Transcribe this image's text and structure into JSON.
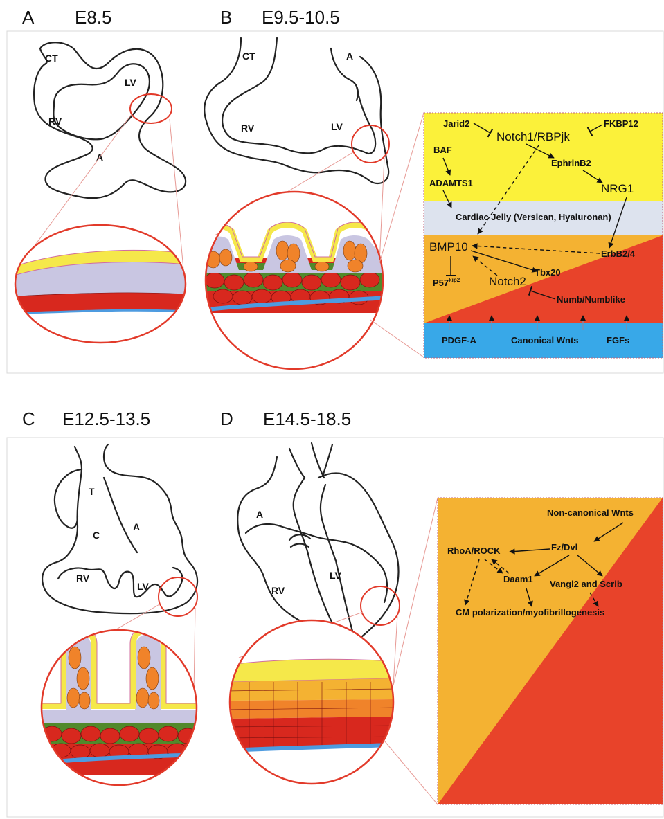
{
  "panels": {
    "a": {
      "letter": "A",
      "stage": "E8.5",
      "labels": {
        "ct": "CT",
        "lv": "LV",
        "rv": "RV",
        "a": "A"
      }
    },
    "b": {
      "letter": "B",
      "stage": "E9.5-10.5",
      "labels": {
        "ct": "CT",
        "a": "A",
        "rv": "RV",
        "lv": "LV"
      }
    },
    "c": {
      "letter": "C",
      "stage": "E12.5-13.5",
      "labels": {
        "t": "T",
        "c": "C",
        "a": "A",
        "rv": "RV",
        "lv": "LV"
      }
    },
    "d": {
      "letter": "D",
      "stage": "E14.5-18.5",
      "labels": {
        "a": "A",
        "rv": "RV",
        "lv": "LV"
      }
    }
  },
  "pathway_b": {
    "jarid2": "Jarid2",
    "notch1": "Notch1/RBPjk",
    "fkbp12": "FKBP12",
    "baf": "BAF",
    "ephrinb2": "EphrinB2",
    "adamts1": "ADAMTS1",
    "nrg1": "NRG1",
    "cardiac_jelly": "Cardiac Jelly (Versican, Hyaluronan)",
    "bmp10": "BMP10",
    "erbb": "ErbB2/4",
    "tbx20": "Tbx20",
    "p57": "P57",
    "p57_sup": "kip2",
    "notch2": "Notch2",
    "numb": "Numb/Numblike",
    "pdgfa": "PDGF-A",
    "wnts": "Canonical Wnts",
    "fgfs": "FGFs"
  },
  "pathway_d": {
    "noncanonical": "Non-canonical Wnts",
    "fzdvl": "Fz/Dvl",
    "rhoa": "RhoA/ROCK",
    "daam1": "Daam1",
    "vangl2": "Vangl2 and Scrib",
    "cm_polarization": "CM polarization/myofibrillogenesis"
  },
  "colors": {
    "endocardium": "#f5e84a",
    "jelly": "#c9c6e2",
    "trabecular": "#f0832a",
    "compact": "#d8281e",
    "epicardium": "#4d9be0",
    "zoom_ring": "#e23a2a",
    "box_yellow": "#fbf13a",
    "box_jelly": "#dde3ee",
    "box_orange": "#f4b232",
    "box_red": "#e8432a",
    "box_blue": "#38a8e8"
  }
}
